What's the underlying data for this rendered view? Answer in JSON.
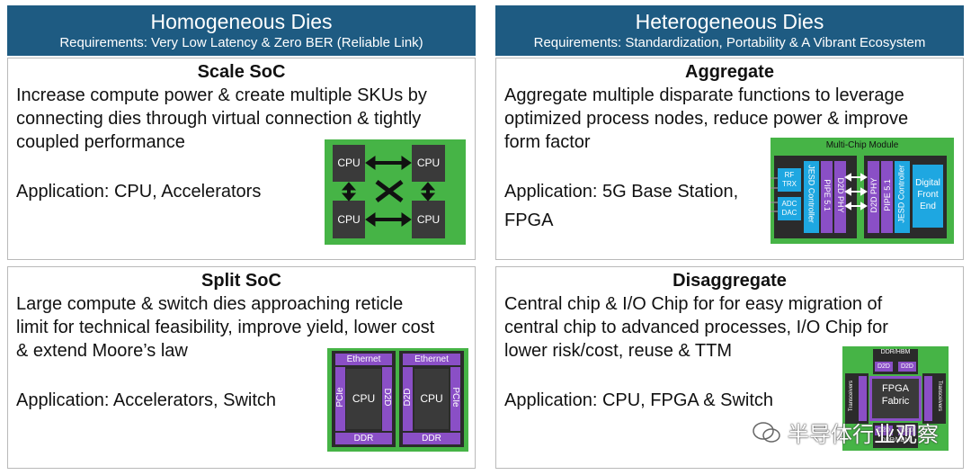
{
  "left_header": {
    "title": "Homogeneous Dies",
    "subtitle": "Requirements: Very Low Latency & Zero BER (Reliable Link)"
  },
  "right_header": {
    "title": "Heterogeneous Dies",
    "subtitle": "Requirements: Standardization, Portability & A Vibrant Ecosystem"
  },
  "scale": {
    "title": "Scale SoC",
    "desc": [
      "Increase compute power & create multiple SKUs by",
      "connecting dies through virtual connection & tightly",
      "coupled performance"
    ],
    "app": "Application: CPU, Accelerators",
    "cpus": [
      "CPU",
      "CPU",
      "CPU",
      "CPU"
    ]
  },
  "split": {
    "title": "Split SoC",
    "desc": [
      "Large compute & switch dies approaching reticle",
      "limit for technical feasibility, improve yield, lower cost",
      "& extend Moore’s law"
    ],
    "app": "Application: Accelerators, Switch",
    "die": {
      "top": "Ethernet",
      "bottom": "DDR",
      "center": "CPU",
      "pcie": "PCIe",
      "d2d": "D2D"
    }
  },
  "aggregate": {
    "title": "Aggregate",
    "desc": [
      "Aggregate multiple disparate functions to leverage",
      "optimized process nodes, reduce power & improve",
      "form factor"
    ],
    "app_lines": [
      "Application: 5G Base Station,",
      "FPGA"
    ],
    "mcm": {
      "title": "Multi-Chip Module",
      "rf": "RF TRX",
      "adc": "ADC DAC",
      "jesd": "JESD Controller",
      "pipe": "PIPE 5.1",
      "d2dphy": "D2D PHY",
      "dfe": "Digital Front End"
    }
  },
  "disaggregate": {
    "title": "Disaggregate",
    "desc": [
      "Central chip & I/O Chip for for easy migration of",
      "central chip to advanced processes, I/O Chip for",
      "lower risk/cost, reuse & TTM"
    ],
    "app": "Application: CPU, FPGA & Switch",
    "fpga": "FPGA Fabric",
    "ddr": "DDR/HBM",
    "d2d": "D2D",
    "transceivers": "Transceivers"
  },
  "watermark": "半导体行业观察"
}
